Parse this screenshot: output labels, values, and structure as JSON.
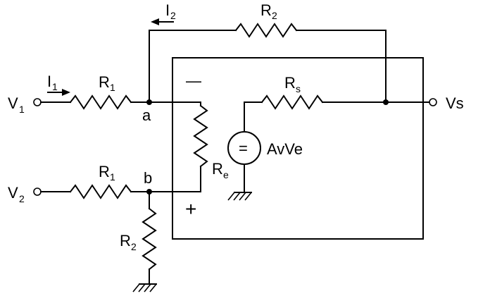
{
  "labels": {
    "V1_main": "V",
    "V1_sub": "1",
    "V2_main": "V",
    "V2_sub": "2",
    "Vs": "Vs",
    "I1_main": "I",
    "I1_sub": "1",
    "I2_main": "I",
    "I2_sub": "2",
    "R1_top_main": "R",
    "R1_top_sub": "1",
    "R1_bot_main": "R",
    "R1_bot_sub": "1",
    "R2_top_main": "R",
    "R2_top_sub": "2",
    "R2_bot_main": "R",
    "R2_bot_sub": "2",
    "Rs_main": "R",
    "Rs_sub": "s",
    "Re_main": "R",
    "Re_sub": "e",
    "node_a": "a",
    "node_b": "b",
    "minus": "—",
    "plus": "+",
    "source_symbol": "=",
    "source_label": "AvVe"
  }
}
